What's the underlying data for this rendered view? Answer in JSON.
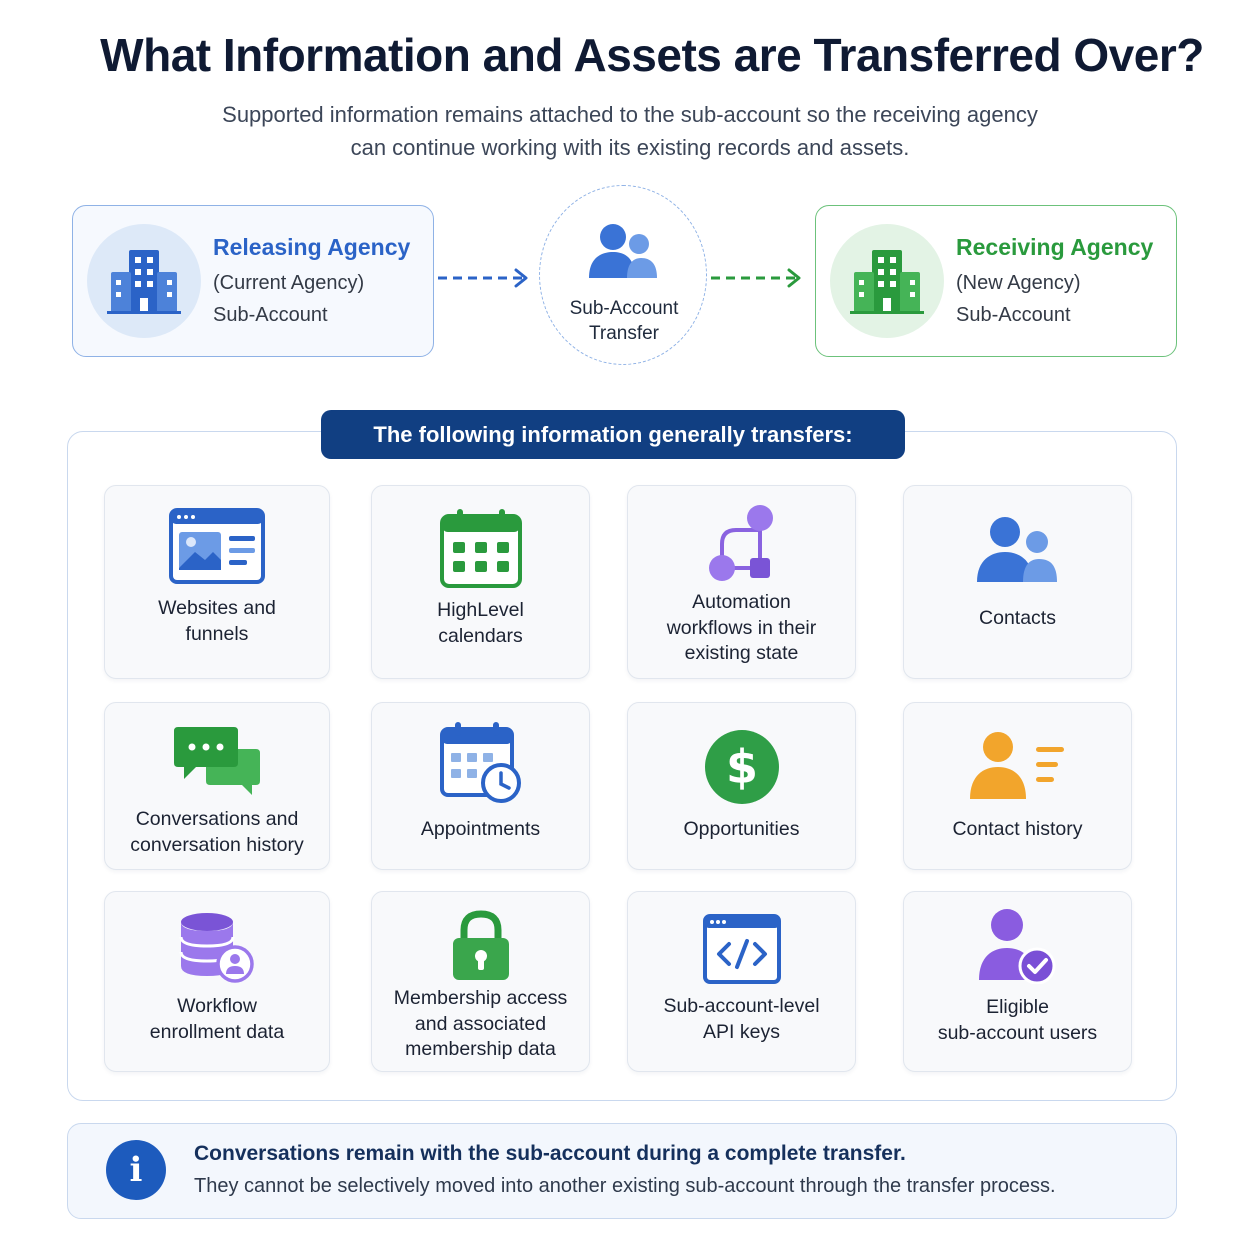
{
  "header": {
    "title": "What Information and Assets are Transferred Over?",
    "subtitle_line1": "Supported information remains attached to the sub-account so the receiving agency",
    "subtitle_line2": "can continue working with its existing records and assets."
  },
  "flow": {
    "releasing": {
      "name": "Releasing Agency",
      "line1": "(Current Agency)",
      "line2": "Sub-Account",
      "icon": "building-icon",
      "color": "#2b63c7"
    },
    "hub": {
      "line1": "Sub-Account",
      "line2": "Transfer",
      "icon": "users-icon"
    },
    "receiving": {
      "name": "Receiving Agency",
      "line1": "(New Agency)",
      "line2": "Sub-Account",
      "icon": "building-icon",
      "color": "#2a9a3d"
    }
  },
  "transfers": {
    "banner": "The following information generally transfers:",
    "items": [
      {
        "line1": "Websites and",
        "line2": "funnels",
        "icon": "website-icon"
      },
      {
        "line1": "HighLevel",
        "line2": "calendars",
        "icon": "calendar-icon"
      },
      {
        "line1": "Automation",
        "line2": "workflows in their",
        "line3": "existing state",
        "icon": "workflow-icon"
      },
      {
        "line1": "Contacts",
        "icon": "contacts-icon"
      },
      {
        "line1": "Conversations and",
        "line2": "conversation history",
        "icon": "chat-icon"
      },
      {
        "line1": "Appointments",
        "icon": "appointment-icon"
      },
      {
        "line1": "Opportunities",
        "icon": "dollar-icon"
      },
      {
        "line1": "Contact history",
        "icon": "contact-history-icon"
      },
      {
        "line1": "Workflow",
        "line2": "enrollment data",
        "icon": "database-user-icon"
      },
      {
        "line1": "Membership access",
        "line2": "and associated",
        "line3": "membership data",
        "icon": "lock-icon"
      },
      {
        "line1": "Sub-account-level",
        "line2": "API keys",
        "icon": "code-icon"
      },
      {
        "line1": "Eligible",
        "line2": "sub-account users",
        "icon": "verified-user-icon"
      }
    ]
  },
  "note": {
    "icon": "info-icon",
    "symbol": "i",
    "heading": "Conversations remain with the sub-account during a complete transfer.",
    "body": "They cannot be selectively moved into another existing sub-account through the transfer process."
  }
}
